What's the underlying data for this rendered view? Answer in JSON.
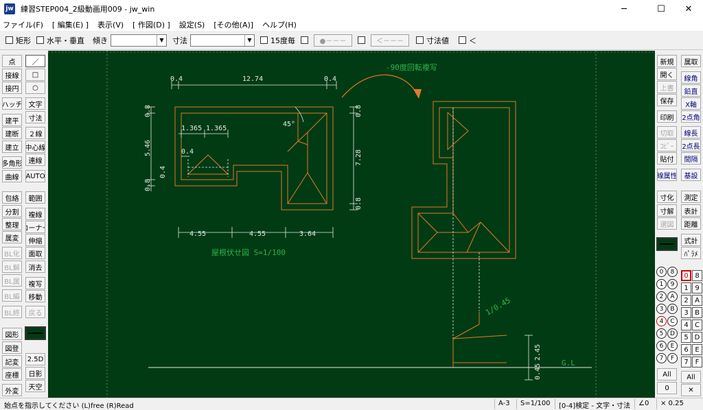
{
  "window": {
    "icon_text": "jw",
    "title": "練習STEP004_2級動画用009 - jw_win",
    "minimize": "─",
    "maximize": "☐",
    "close": "✕"
  },
  "menu": [
    "ファイル(F)",
    "[ 編集(E) ]",
    "表示(V)",
    "[ 作図(D) ]",
    "設定(S)",
    "[その他(A)]",
    "ヘルプ(H)"
  ],
  "toolbar": {
    "rect": "矩形",
    "hv": "水平・垂直",
    "tilt": "傾き",
    "dim": "寸法",
    "deg15": "15度毎",
    "slider_a": "●－－－",
    "slider_b": "＜－－－",
    "dimval": "寸法値",
    "lt": "＜"
  },
  "left_buttons": {
    "col1": [
      "点",
      "接線",
      "接円",
      "ハッチ",
      "建平",
      "建断",
      "建立",
      "多角形",
      "曲線",
      "包絡",
      "分割",
      "整理",
      "属変",
      "BL化",
      "BL解",
      "BL属",
      "BL編",
      "BL終",
      "図形",
      "図登",
      "記変",
      "座標",
      "外変"
    ],
    "col2": [
      "／",
      "□",
      "○",
      "文字",
      "寸法",
      "２線",
      "中心線",
      "連線",
      "AUTO",
      "範囲",
      "複線",
      "コーナー",
      "伸縮",
      "面取",
      "消去",
      "複写",
      "移動",
      "戻る",
      "2.5D",
      "日影",
      "天空"
    ]
  },
  "right_buttons": {
    "col1": [
      "新規",
      "開く",
      "上書",
      "保存",
      "印刷",
      "切取",
      "ｺﾋﾟｰ",
      "貼付",
      "線属性",
      "寸化",
      "寸解",
      "選図",
      "All",
      "0"
    ],
    "col2": [
      "属取",
      "線角",
      "鉛直",
      "X軸",
      "2点角",
      "線長",
      "2点長",
      "間隔",
      "基設",
      "測定",
      "表計",
      "距離",
      "式計",
      "ﾊﾟﾗﾒ",
      "All",
      "✕"
    ]
  },
  "layer_circles_left": [
    "0",
    "1",
    "2",
    "3",
    "4",
    "5",
    "6",
    "7"
  ],
  "layer_circles_right": [
    "8",
    "9",
    "A",
    "B",
    "C",
    "D",
    "E",
    "F"
  ],
  "layer_boxes_left": [
    "0",
    "1",
    "2",
    "3",
    "4",
    "5",
    "6",
    "7"
  ],
  "layer_boxes_right": [
    "8",
    "9",
    "A",
    "B",
    "C",
    "D",
    "E",
    "F"
  ],
  "drawing": {
    "dims_top": [
      "0.4",
      "12.74",
      "0.4"
    ],
    "dims_left": [
      "0.8",
      "5.46",
      "0.4",
      "0.8"
    ],
    "dims_inner": [
      "1.365",
      "1.365",
      "0.4"
    ],
    "angle": "45°",
    "dims_right": [
      "0.8",
      "7.28",
      "0.8"
    ],
    "dims_bottom": [
      "4.55",
      "4.55",
      "3.64"
    ],
    "plan_title": "屋根伏せ図 S=1/100",
    "rotate_label": "-90度回転複写",
    "slope": "1/0.45",
    "dim_245": "2.45",
    "dim_045": "0.45",
    "gl": "G.L"
  },
  "status": {
    "message": "始点を指示してください (L)free (R)Read",
    "paper": "A-3",
    "scale": "S=1/100",
    "layer": "[0-4]検定 - 文字・寸法",
    "angle": "∠0",
    "zoom": "× 0.25"
  },
  "colors": {
    "canvas": "#003b14",
    "orange": "#e07a2a",
    "green_text": "#2fb34a",
    "white_line": "#e8e8e8"
  }
}
